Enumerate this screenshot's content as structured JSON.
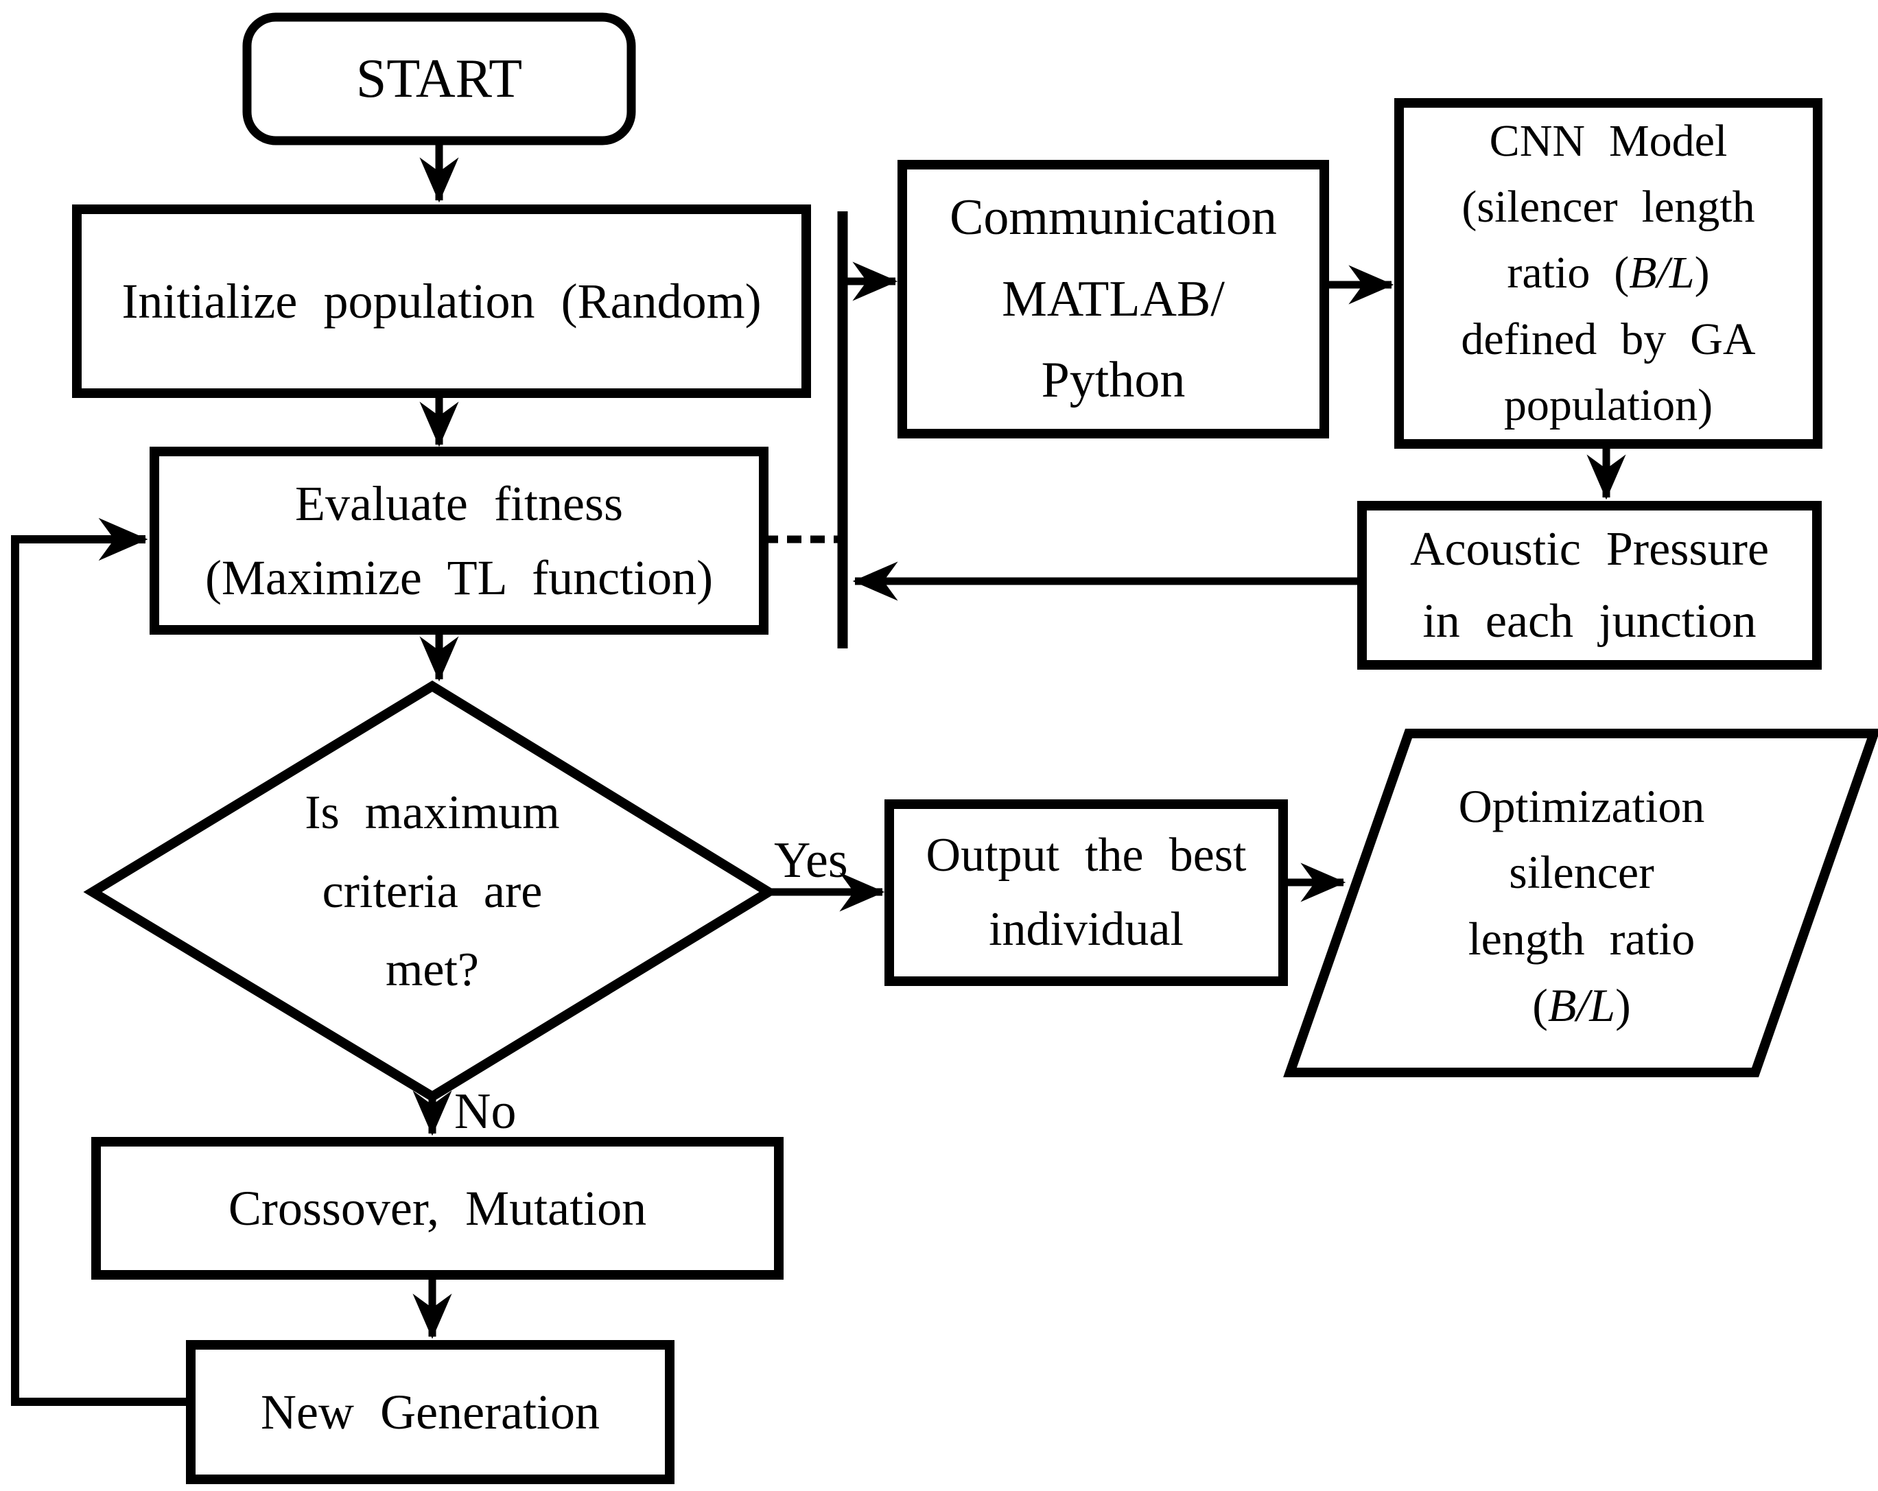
{
  "figure": {
    "background": "#ffffff",
    "ink": "#000000"
  },
  "nodes": {
    "start": {
      "label": "START"
    },
    "initialize": {
      "label": "Initialize population (Random)"
    },
    "evaluate": {
      "lines": [
        "Evaluate fitness",
        "(Maximize TL function)"
      ]
    },
    "decision": {
      "lines": [
        "Is maximum",
        "criteria are",
        "met?"
      ]
    },
    "crossover": {
      "label": "Crossover, Mutation"
    },
    "new_generation": {
      "label": "New Generation"
    },
    "output_best": {
      "lines": [
        "Output the best",
        "individual"
      ]
    },
    "communication": {
      "lines": [
        "Communication",
        "MATLAB/",
        "Python"
      ]
    },
    "cnn_model": {
      "line1": "CNN Model",
      "line2": "(silencer length",
      "line3_prefix": "ratio (",
      "line3_math": "B/L",
      "line3_suffix": ")",
      "line4": "defined by GA",
      "line5": "population)"
    },
    "acoustic": {
      "lines": [
        "Acoustic Pressure",
        "in each junction"
      ]
    },
    "optimized_ratio": {
      "line1": "Optimization",
      "line2": "silencer",
      "line3": "length ratio",
      "line4_prefix": "(",
      "line4_math": "B/L",
      "line4_suffix": ")"
    }
  },
  "edges": {
    "yes_label": "Yes",
    "no_label": "No"
  }
}
